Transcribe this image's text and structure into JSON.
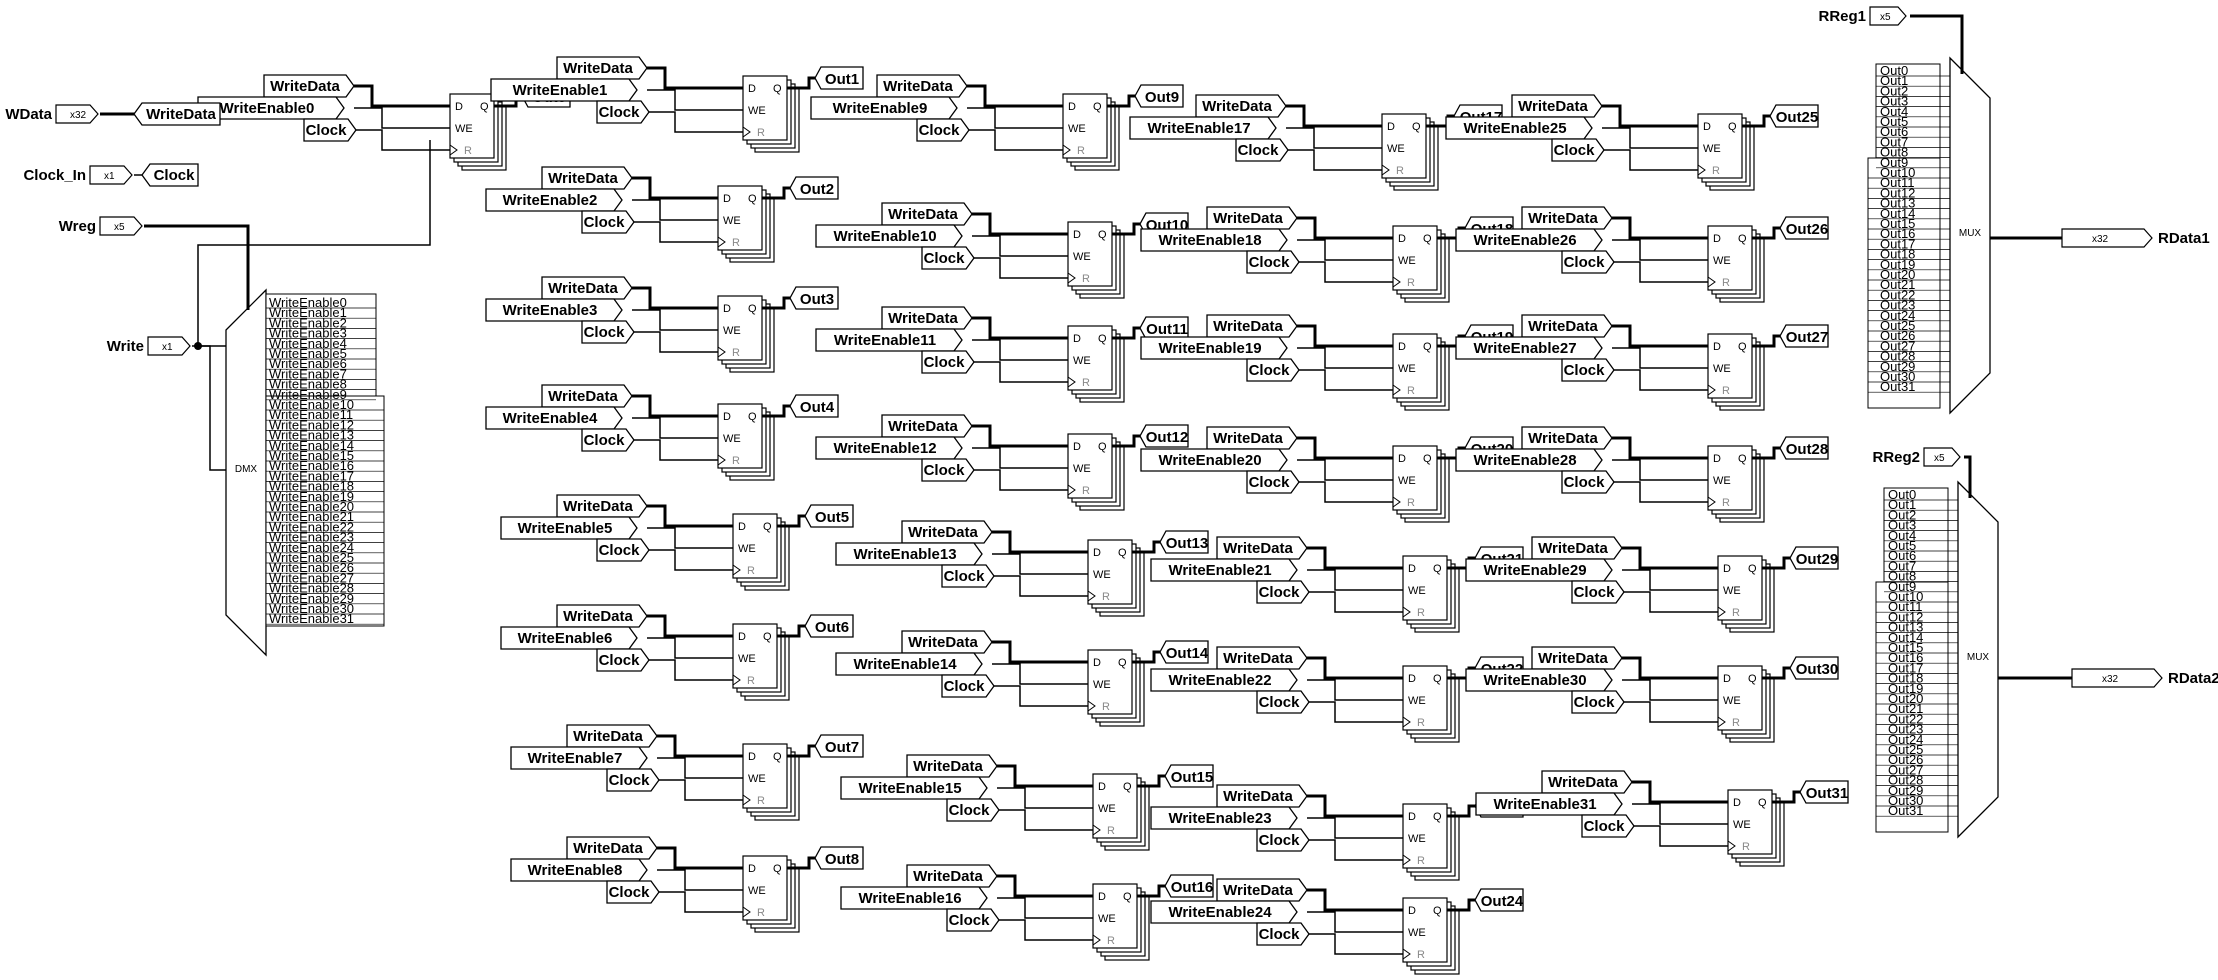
{
  "inputs": {
    "wdata": {
      "label": "WData",
      "width": "x32",
      "tunnel": "WriteData"
    },
    "clock_in": {
      "label": "Clock_In",
      "width": "x1",
      "tunnel": "Clock"
    },
    "wreg": {
      "label": "Wreg",
      "width": "x5"
    },
    "write": {
      "label": "Write",
      "width": "x1"
    },
    "rreg1": {
      "label": "RReg1",
      "width": "x5"
    },
    "rreg2": {
      "label": "RReg2",
      "width": "x5"
    }
  },
  "outputs": {
    "rdata1": {
      "label": "RData1",
      "width": "x32"
    },
    "rdata2": {
      "label": "RData2",
      "width": "x32"
    }
  },
  "demux": {
    "label": "DMX",
    "outputs": [
      "WriteEnable0",
      "WriteEnable1",
      "WriteEnable2",
      "WriteEnable3",
      "WriteEnable4",
      "WriteEnable5",
      "WriteEnable6",
      "WriteEnable7",
      "WriteEnable8",
      "WriteEnable9",
      "WriteEnable10",
      "WriteEnable11",
      "WriteEnable12",
      "WriteEnable13",
      "WriteEnable14",
      "WriteEnable15",
      "WriteEnable16",
      "WriteEnable17",
      "WriteEnable18",
      "WriteEnable19",
      "WriteEnable20",
      "WriteEnable21",
      "WriteEnable22",
      "WriteEnable23",
      "WriteEnable24",
      "WriteEnable25",
      "WriteEnable26",
      "WriteEnable27",
      "WriteEnable28",
      "WriteEnable29",
      "WriteEnable30",
      "WriteEnable31"
    ]
  },
  "mux1": {
    "label": "MUX",
    "inputs": [
      "Out0",
      "Out1",
      "Out2",
      "Out3",
      "Out4",
      "Out5",
      "Out6",
      "Out7",
      "Out8",
      "Out9",
      "Out10",
      "Out11",
      "Out12",
      "Out13",
      "Out14",
      "Out15",
      "Out16",
      "Out17",
      "Out18",
      "Out19",
      "Out20",
      "Out21",
      "Out22",
      "Out23",
      "Out24",
      "Out25",
      "Out26",
      "Out27",
      "Out28",
      "Out29",
      "Out30",
      "Out31"
    ]
  },
  "mux2": {
    "label": "MUX",
    "inputs": [
      "Out0",
      "Out1",
      "Out2",
      "Out3",
      "Out4",
      "Out5",
      "Out6",
      "Out7",
      "Out8",
      "Out9",
      "Out10",
      "Out11",
      "Out12",
      "Out13",
      "Out14",
      "Out15",
      "Out16",
      "Out17",
      "Out18",
      "Out19",
      "Out20",
      "Out21",
      "Out22",
      "Out23",
      "Out24",
      "Out25",
      "Out26",
      "Out27",
      "Out28",
      "Out29",
      "Out30",
      "Out31"
    ]
  },
  "register_pins": {
    "d": "D",
    "q": "Q",
    "we": "WE",
    "r": "R"
  },
  "registers": [
    {
      "data": "WriteData",
      "enable": "WriteEnable0",
      "clock": "Clock",
      "out": "Out0"
    },
    {
      "data": "WriteData",
      "enable": "WriteEnable1",
      "clock": "Clock",
      "out": "Out1"
    },
    {
      "data": "WriteData",
      "enable": "WriteEnable2",
      "clock": "Clock",
      "out": "Out2"
    },
    {
      "data": "WriteData",
      "enable": "WriteEnable3",
      "clock": "Clock",
      "out": "Out3"
    },
    {
      "data": "WriteData",
      "enable": "WriteEnable4",
      "clock": "Clock",
      "out": "Out4"
    },
    {
      "data": "WriteData",
      "enable": "WriteEnable5",
      "clock": "Clock",
      "out": "Out5"
    },
    {
      "data": "WriteData",
      "enable": "WriteEnable6",
      "clock": "Clock",
      "out": "Out6"
    },
    {
      "data": "WriteData",
      "enable": "WriteEnable7",
      "clock": "Clock",
      "out": "Out7"
    },
    {
      "data": "WriteData",
      "enable": "WriteEnable8",
      "clock": "Clock",
      "out": "Out8"
    },
    {
      "data": "WriteData",
      "enable": "WriteEnable9",
      "clock": "Clock",
      "out": "Out9"
    },
    {
      "data": "WriteData",
      "enable": "WriteEnable10",
      "clock": "Clock",
      "out": "Out10"
    },
    {
      "data": "WriteData",
      "enable": "WriteEnable11",
      "clock": "Clock",
      "out": "Out11"
    },
    {
      "data": "WriteData",
      "enable": "WriteEnable12",
      "clock": "Clock",
      "out": "Out12"
    },
    {
      "data": "WriteData",
      "enable": "WriteEnable13",
      "clock": "Clock",
      "out": "Out13"
    },
    {
      "data": "WriteData",
      "enable": "WriteEnable14",
      "clock": "Clock",
      "out": "Out14"
    },
    {
      "data": "WriteData",
      "enable": "WriteEnable15",
      "clock": "Clock",
      "out": "Out15"
    },
    {
      "data": "WriteData",
      "enable": "WriteEnable16",
      "clock": "Clock",
      "out": "Out16"
    },
    {
      "data": "WriteData",
      "enable": "WriteEnable17",
      "clock": "Clock",
      "out": "Out17"
    },
    {
      "data": "WriteData",
      "enable": "WriteEnable18",
      "clock": "Clock",
      "out": "Out18"
    },
    {
      "data": "WriteData",
      "enable": "WriteEnable19",
      "clock": "Clock",
      "out": "Out19"
    },
    {
      "data": "WriteData",
      "enable": "WriteEnable20",
      "clock": "Clock",
      "out": "Out20"
    },
    {
      "data": "WriteData",
      "enable": "WriteEnable21",
      "clock": "Clock",
      "out": "Out21"
    },
    {
      "data": "WriteData",
      "enable": "WriteEnable22",
      "clock": "Clock",
      "out": "Out22"
    },
    {
      "data": "WriteData",
      "enable": "WriteEnable23",
      "clock": "Clock",
      "out": "Out23"
    },
    {
      "data": "WriteData",
      "enable": "WriteEnable24",
      "clock": "Clock",
      "out": "Out24"
    },
    {
      "data": "WriteData",
      "enable": "WriteEnable25",
      "clock": "Clock",
      "out": "Out25"
    },
    {
      "data": "WriteData",
      "enable": "WriteEnable26",
      "clock": "Clock",
      "out": "Out26"
    },
    {
      "data": "WriteData",
      "enable": "WriteEnable27",
      "clock": "Clock",
      "out": "Out27"
    },
    {
      "data": "WriteData",
      "enable": "WriteEnable28",
      "clock": "Clock",
      "out": "Out28"
    },
    {
      "data": "WriteData",
      "enable": "WriteEnable29",
      "clock": "Clock",
      "out": "Out29"
    },
    {
      "data": "WriteData",
      "enable": "WriteEnable30",
      "clock": "Clock",
      "out": "Out30"
    },
    {
      "data": "WriteData",
      "enable": "WriteEnable31",
      "clock": "Clock",
      "out": "Out31"
    }
  ]
}
